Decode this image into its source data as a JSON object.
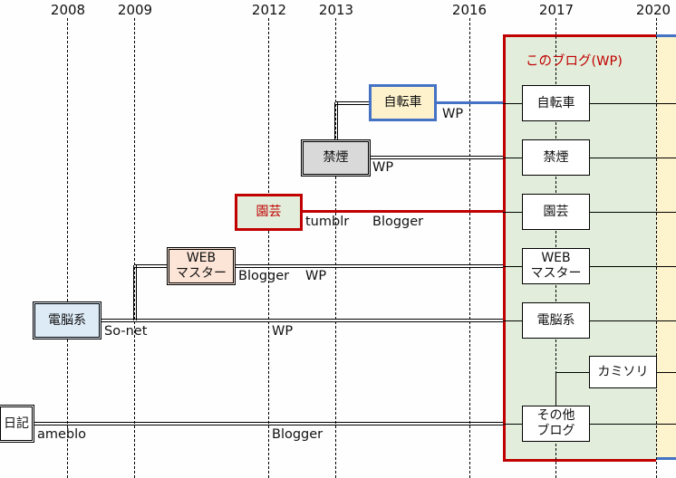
{
  "years": [
    "2008",
    "2009",
    "2012",
    "2013",
    "2016",
    "2017",
    "2020"
  ],
  "panel": {
    "title": "このブログ(WP)",
    "border_color": "#c00000",
    "fill": "#e2eedb",
    "future_fill": "#fdf3cc",
    "future_border": "#4472c4"
  },
  "origins": {
    "bike": {
      "label": "自転車",
      "platforms": [
        "WP"
      ]
    },
    "smoking": {
      "label": "禁煙",
      "platforms": [
        "WP"
      ]
    },
    "garden": {
      "label": "園芸",
      "platforms": [
        "tumblr",
        "Blogger"
      ]
    },
    "web": {
      "label1": "WEB",
      "label2": "マスター",
      "platforms": [
        "Blogger",
        "WP"
      ]
    },
    "computer": {
      "label": "電脳系",
      "platforms": [
        "So-net",
        "WP"
      ]
    },
    "diary": {
      "label": "日記",
      "platforms": [
        "ameblo",
        "Blogger"
      ]
    }
  },
  "current": {
    "bike": "自転車",
    "smoking": "禁煙",
    "garden": "園芸",
    "web1": "WEB",
    "web2": "マスター",
    "computer": "電脳系",
    "razor": "カミソリ",
    "other1": "その他",
    "other2": "ブログ"
  }
}
